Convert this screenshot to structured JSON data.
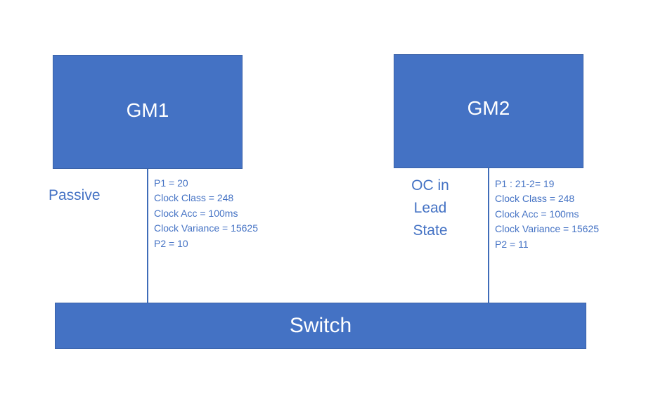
{
  "gm1": {
    "label": "GM1",
    "state": "Passive",
    "params": [
      "P1 = 20",
      "Clock Class = 248",
      "Clock Acc = 100ms",
      "Clock Variance = 15625",
      "P2 = 10"
    ]
  },
  "gm2": {
    "label": "GM2",
    "state_lines": [
      "OC in",
      "Lead",
      "State"
    ],
    "params": [
      "P1 : 21-2= 19",
      "Clock Class = 248",
      "Clock Acc = 100ms",
      "Clock Variance = 15625",
      "P2 = 11"
    ]
  },
  "switch": {
    "label": "Switch"
  },
  "colors": {
    "box_fill": "#4472c4",
    "text_blue": "#4472c4",
    "line": "#3f6cb8"
  }
}
